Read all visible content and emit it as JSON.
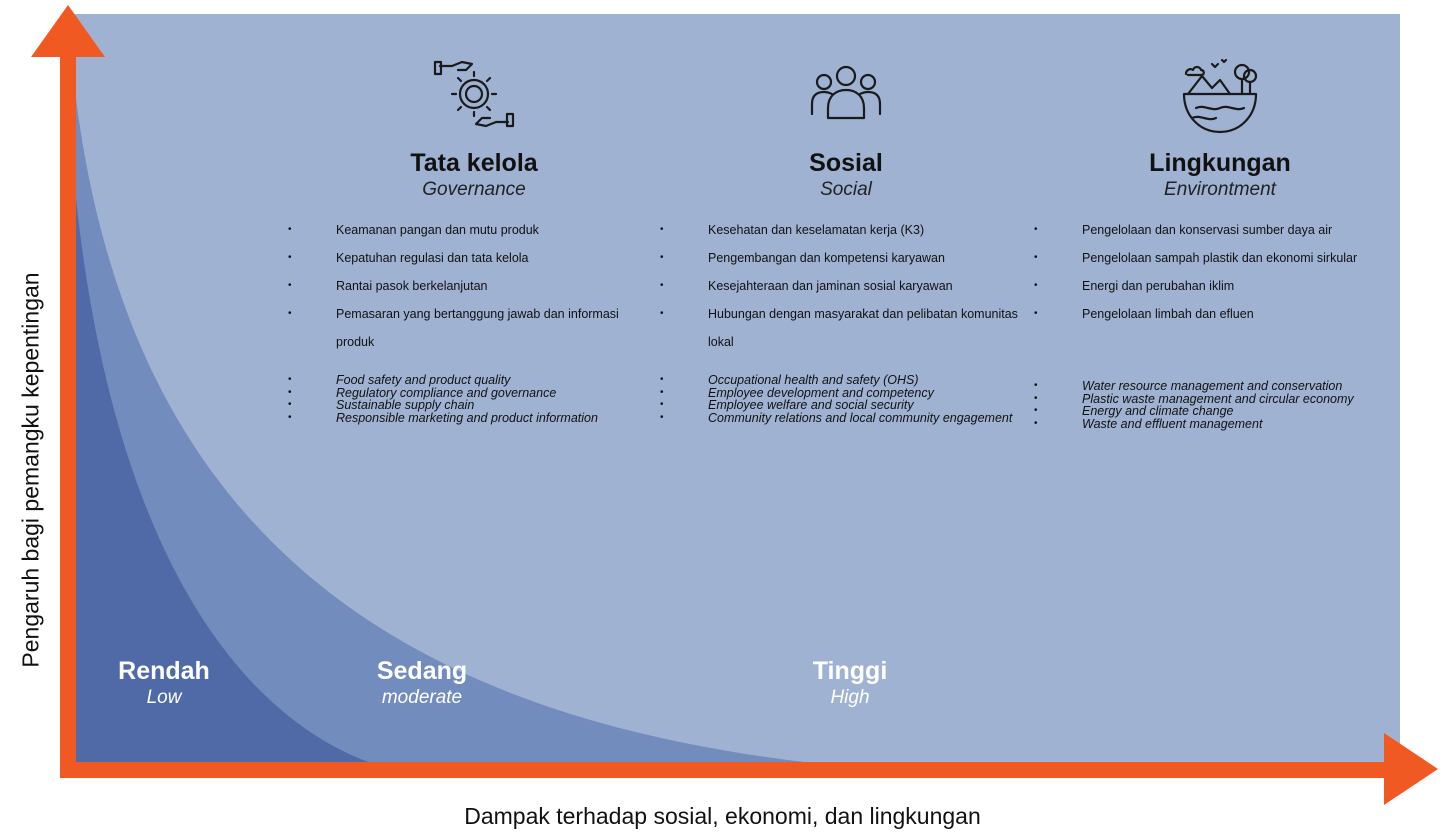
{
  "axes": {
    "y_label": "Pengaruh bagi pemangku kepentingan",
    "x_label": "Dampak terhadap sosial, ekonomi, dan lingkungan"
  },
  "colors": {
    "arrow": "#f05a22",
    "plot_bg": "#9fb2d2",
    "band_moderate": "#728cbd",
    "band_low": "#4f6aa6",
    "high_text": "#ffffff"
  },
  "levels": {
    "low": {
      "title": "Rendah",
      "subtitle": "Low"
    },
    "moderate": {
      "title": "Sedang",
      "subtitle": "moderate"
    },
    "high": {
      "title": "Tinggi",
      "subtitle": "High"
    }
  },
  "columns": [
    {
      "icon": "hands-gear-icon",
      "title": "Tata kelola",
      "subtitle": "Governance",
      "items_id": [
        "Keamanan pangan dan mutu produk",
        "Kepatuhan regulasi dan tata kelola",
        "Rantai pasok berkelanjutan",
        "Pemasaran yang bertanggung jawab dan informasi produk"
      ],
      "items_en": [
        "Food safety and product quality",
        "Regulatory compliance and governance",
        "Sustainable supply chain",
        "Responsible marketing and product information"
      ]
    },
    {
      "icon": "people-group-icon",
      "title": "Sosial",
      "subtitle": "Social",
      "items_id": [
        "Kesehatan dan keselamatan kerja (K3)",
        "Pengembangan dan kompetensi karyawan",
        "Kesejahteraan dan jaminan sosial karyawan",
        "Hubungan dengan masyarakat dan pelibatan komunitas lokal"
      ],
      "items_en": [
        "Occupational health and safety (OHS)",
        "Employee development and competency",
        "Employee welfare and social security",
        "Community relations and local community engagement"
      ]
    },
    {
      "icon": "earth-nature-icon",
      "title": "Lingkungan",
      "subtitle": "Environtment",
      "items_id": [
        "Pengelolaan dan konservasi sumber daya air",
        "Pengelolaan sampah plastik dan ekonomi sirkular",
        "Energi dan perubahan iklim",
        "Pengelolaan limbah dan efluen"
      ],
      "items_en": [
        "Water resource management and conservation",
        "Plastic waste management and circular economy",
        "Energy and climate change",
        "Waste and effluent management"
      ]
    }
  ]
}
